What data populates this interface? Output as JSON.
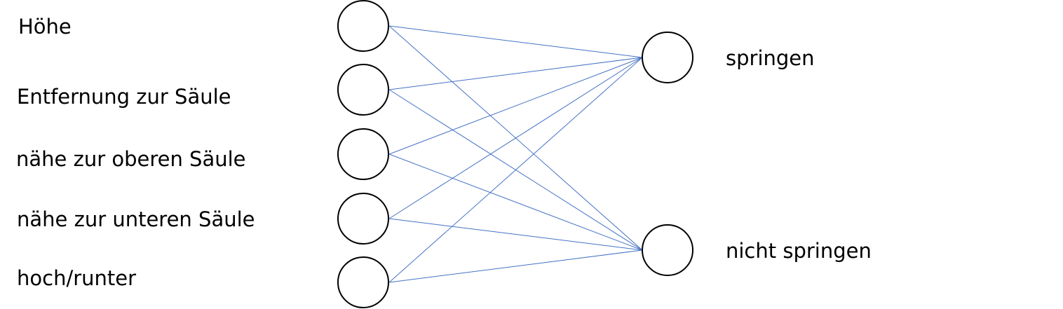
{
  "diagram": {
    "inputs": [
      {
        "label": "Höhe"
      },
      {
        "label": "Entfernung zur Säule"
      },
      {
        "label": "nähe zur oberen Säule"
      },
      {
        "label": "nähe zur unteren Säule"
      },
      {
        "label": "hoch/runter"
      }
    ],
    "outputs": [
      {
        "label": "springen"
      },
      {
        "label": "nicht springen"
      }
    ],
    "colors": {
      "connection": "#4472c4",
      "neuron_stroke": "#000000",
      "text": "#000000"
    }
  }
}
